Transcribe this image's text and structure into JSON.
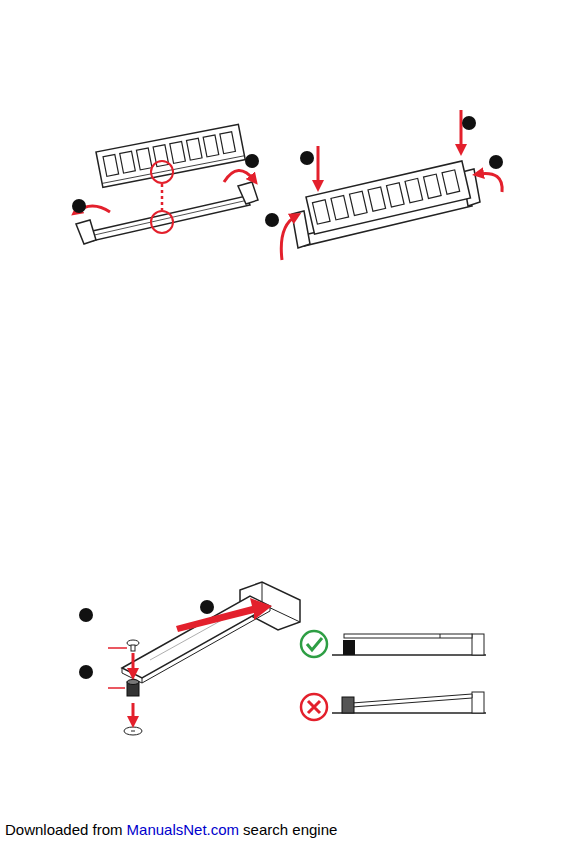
{
  "diagram": {
    "labels": [
      "Downloaded from",
      "ManualsNet.com",
      "search engine"
    ]
  }
}
